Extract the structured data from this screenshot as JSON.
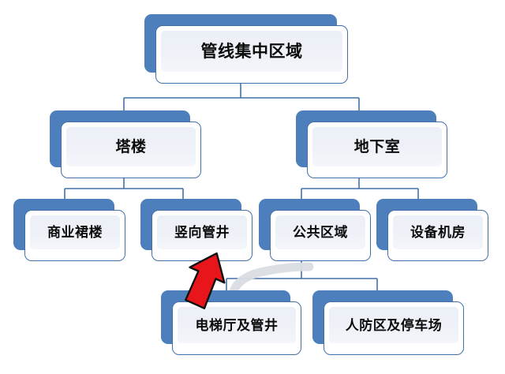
{
  "diagram": {
    "type": "hierarchy-tree",
    "title": "管线集中区域",
    "theme": {
      "node_plate": "#4d7fbd",
      "node_border": "#4271a8",
      "node_fill": "#eef1f7",
      "card_fill": "#ffffff",
      "connector": "#4271a8",
      "arrow_fill": "#e8161a",
      "arrow_outline": "#111111",
      "background": "#ffffff"
    },
    "nodes": {
      "root": {
        "label": "管线集中区域"
      },
      "tower": {
        "label": "塔楼"
      },
      "basement": {
        "label": "地下室"
      },
      "podium": {
        "label": "商业裙楼"
      },
      "vertical_shaft": {
        "label": "竖向管井"
      },
      "public_area": {
        "label": "公共区域"
      },
      "equipment_room": {
        "label": "设备机房"
      },
      "elevator_hall": {
        "label": "电梯厅及管井"
      },
      "defense_parking": {
        "label": "人防区及停车场"
      }
    },
    "annotation": {
      "arrow_name": "red-arrow-pointing-to-vertical-shaft",
      "target": "竖向管井"
    }
  }
}
